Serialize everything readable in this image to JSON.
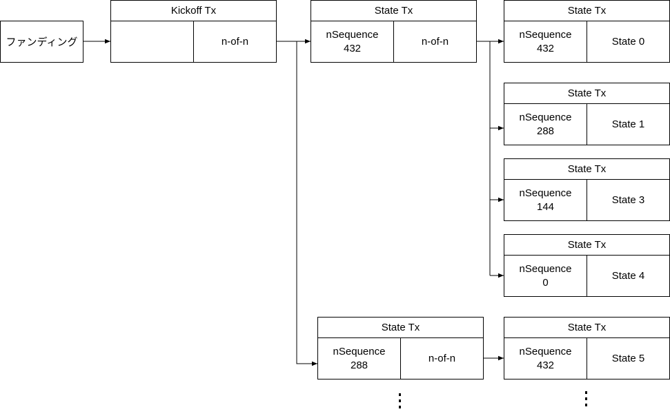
{
  "funding": {
    "label": "ファンディング"
  },
  "kickoff": {
    "title": "Kickoff Tx",
    "left": "",
    "right": "n-of-n"
  },
  "state_main": {
    "title": "State Tx",
    "line1": "nSequence",
    "line2": "432",
    "right": "n-of-n"
  },
  "state_lower": {
    "title": "State Tx",
    "line1": "nSequence",
    "line2": "288",
    "right": "n-of-n"
  },
  "states": [
    {
      "title": "State Tx",
      "line1": "nSequence",
      "line2": "432",
      "right": "State 0"
    },
    {
      "title": "State Tx",
      "line1": "nSequence",
      "line2": "288",
      "right": "State 1"
    },
    {
      "title": "State Tx",
      "line1": "nSequence",
      "line2": "144",
      "right": "State 3"
    },
    {
      "title": "State Tx",
      "line1": "nSequence",
      "line2": "0",
      "right": "State 4"
    },
    {
      "title": "State Tx",
      "line1": "nSequence",
      "line2": "432",
      "right": "State 5"
    }
  ]
}
